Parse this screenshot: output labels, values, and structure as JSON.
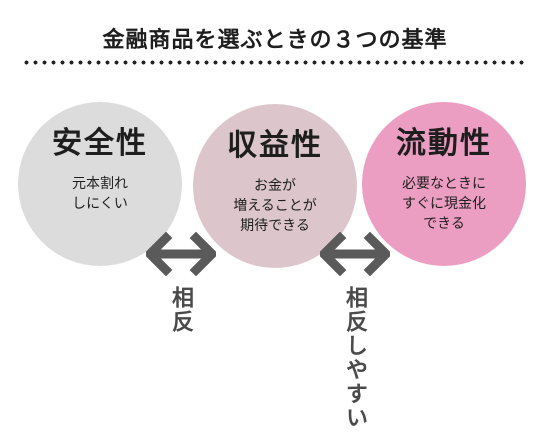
{
  "title": "金融商品を選ぶときの３つの基準",
  "criteria": [
    {
      "name": "安全性",
      "description": "元本割れ\nしにくい",
      "color": "#dcdcdc"
    },
    {
      "name": "収益性",
      "description": "お金が\n増えることが\n期待できる",
      "color": "#dcc6cc"
    },
    {
      "name": "流動性",
      "description": "必要なときに\nすぐに現金化\nできる",
      "color": "#ec9dc2"
    }
  ],
  "relations": [
    {
      "label": "相反"
    },
    {
      "label": "相反しやすい"
    }
  ],
  "arrow_color": "#5a5a5a"
}
